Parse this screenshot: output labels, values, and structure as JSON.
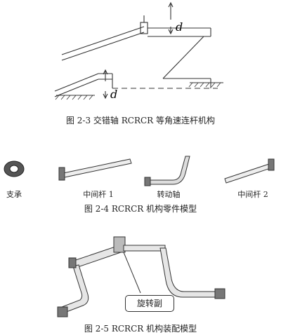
{
  "fig3": {
    "caption": "图 2-3 交错轴 RCRCR 等角速连杆机构",
    "label_top": "d",
    "label_bottom": "d"
  },
  "fig4": {
    "caption": "图 2-4 RCRCR 机构零件模型",
    "parts": [
      "支承",
      "中间杆 1",
      "转动轴",
      "中间杆 2"
    ]
  },
  "fig5": {
    "caption": "图 2-5 RCRCR 机构装配模型",
    "callout": "旋转副"
  }
}
